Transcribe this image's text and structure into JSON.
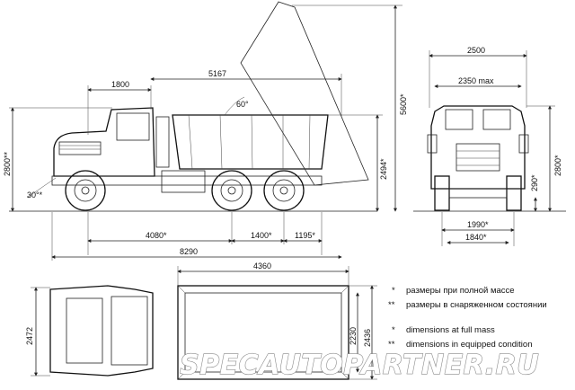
{
  "side_view": {
    "dims": {
      "cab_len": "1800",
      "body_len": "5167",
      "tip_angle": "60°",
      "dump_height": "5600*",
      "overall_height": "2800**",
      "body_side_height": "2494*",
      "approach_angle": "30°*",
      "wheelbase_front": "4080*",
      "bogie": "1400*",
      "rear_overhang": "1195*",
      "overall_len": "8290"
    }
  },
  "front_view": {
    "dims": {
      "width_2500": "2500",
      "width_2350": "2350 max",
      "height_2800": "2800*",
      "clearance": "290*",
      "track_rear": "1990*",
      "track_front": "1840*"
    }
  },
  "top_view": {
    "dims": {
      "body_len": "4360",
      "width_2472": "2472",
      "width_2230": "2230",
      "width_2436": "2436"
    }
  },
  "legend": {
    "ru_1": "размеры при полной массе",
    "ru_2": "размеры в снаряженном состоянии",
    "en_1": "dimensions at full mass",
    "en_2": "dimensions in equipped condition",
    "mark_1": "*",
    "mark_2": "**"
  },
  "watermark": "SPECAUTOPARTNER.RU"
}
